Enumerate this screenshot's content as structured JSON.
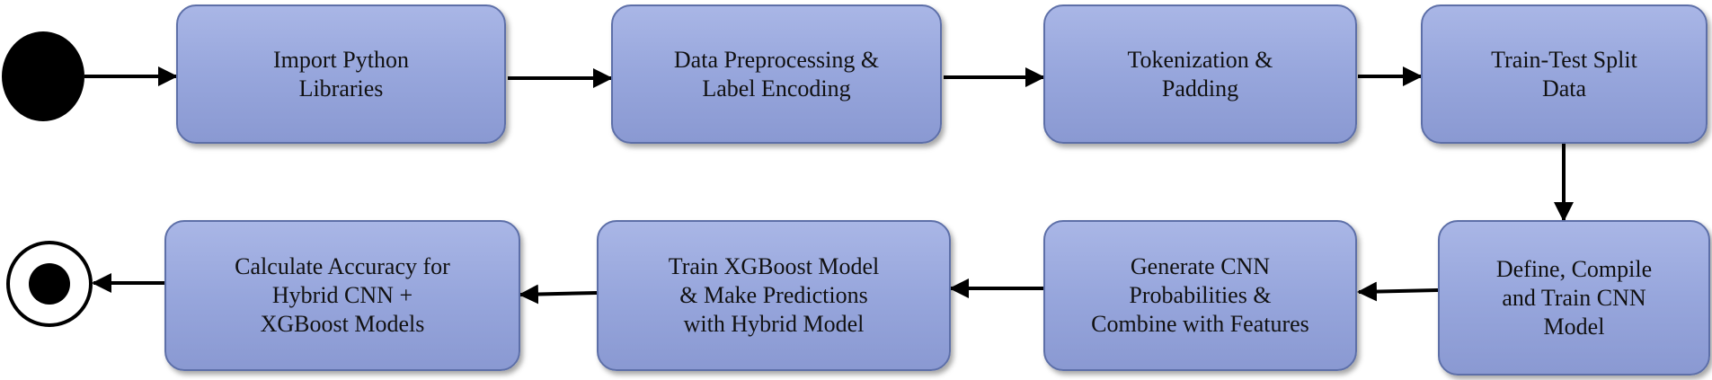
{
  "diagram": {
    "nodes": [
      {
        "id": "import",
        "label": "Import Python\nLibraries"
      },
      {
        "id": "preprocess",
        "label": "Data Preprocessing &\nLabel Encoding"
      },
      {
        "id": "tokenize",
        "label": "Tokenization &\nPadding"
      },
      {
        "id": "split",
        "label": "Train-Test Split\nData"
      },
      {
        "id": "cnn",
        "label": "Define, Compile\nand Train CNN\nModel"
      },
      {
        "id": "combine",
        "label": "Generate CNN\nProbabilities  &\nCombine with Features"
      },
      {
        "id": "xgboost",
        "label": "Train XGBoost Model\n& Make Predictions\nwith Hybrid Model"
      },
      {
        "id": "accuracy",
        "label": "Calculate Accuracy for\nHybrid CNN +\nXGBoost Models"
      }
    ],
    "edges": [
      {
        "from": "start",
        "to": "import"
      },
      {
        "from": "import",
        "to": "preprocess"
      },
      {
        "from": "preprocess",
        "to": "tokenize"
      },
      {
        "from": "tokenize",
        "to": "split"
      },
      {
        "from": "split",
        "to": "cnn"
      },
      {
        "from": "cnn",
        "to": "combine"
      },
      {
        "from": "combine",
        "to": "xgboost"
      },
      {
        "from": "xgboost",
        "to": "accuracy"
      },
      {
        "from": "accuracy",
        "to": "end"
      }
    ],
    "colors": {
      "node_fill": "#97a6dc",
      "node_border": "#5d6fa8",
      "arrow": "#000000",
      "start_node": "#000000"
    }
  }
}
